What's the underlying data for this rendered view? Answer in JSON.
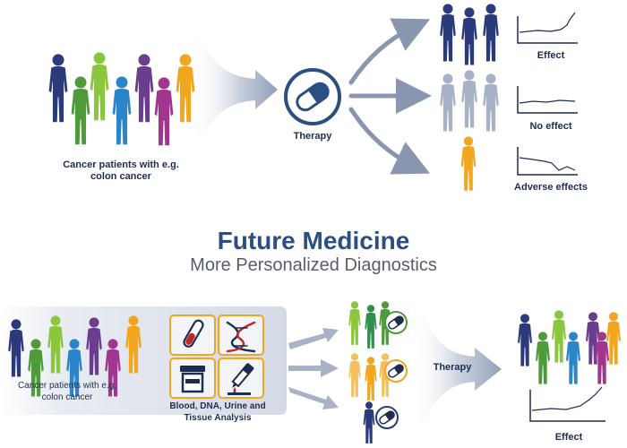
{
  "top": {
    "patients_label": "Cancer patients with e.g. colon cancer",
    "therapy_label": "Therapy",
    "outcomes": [
      {
        "label": "Effect",
        "trend": "rising"
      },
      {
        "label": "No effect",
        "trend": "flat"
      },
      {
        "label": "Adverse effects",
        "trend": "falling"
      }
    ]
  },
  "heading": {
    "title": "Future Medicine",
    "subtitle": "More Personalized Diagnostics"
  },
  "bottom": {
    "patients_label": "Cancer patients with e.g. colon cancer",
    "analysis_label": "Blood, DNA, Urine and Tissue Analysis",
    "therapy_label": "Therapy",
    "effect_label": "Effect"
  },
  "colors": {
    "navy": "#2b3a7a",
    "purple": "#6a3d8f",
    "green": "#4f9a3a",
    "lime": "#8cc63f",
    "blue": "#2a86c9",
    "magenta": "#a0368d",
    "orange": "#f2a51f",
    "grey": "#a7b2c6",
    "arrow": "#8896b0",
    "pill_ring": "#2c4f82"
  },
  "icons": [
    "test-tube-icon",
    "dna-icon",
    "specimen-container-icon",
    "dropper-icon",
    "pill-icon"
  ]
}
